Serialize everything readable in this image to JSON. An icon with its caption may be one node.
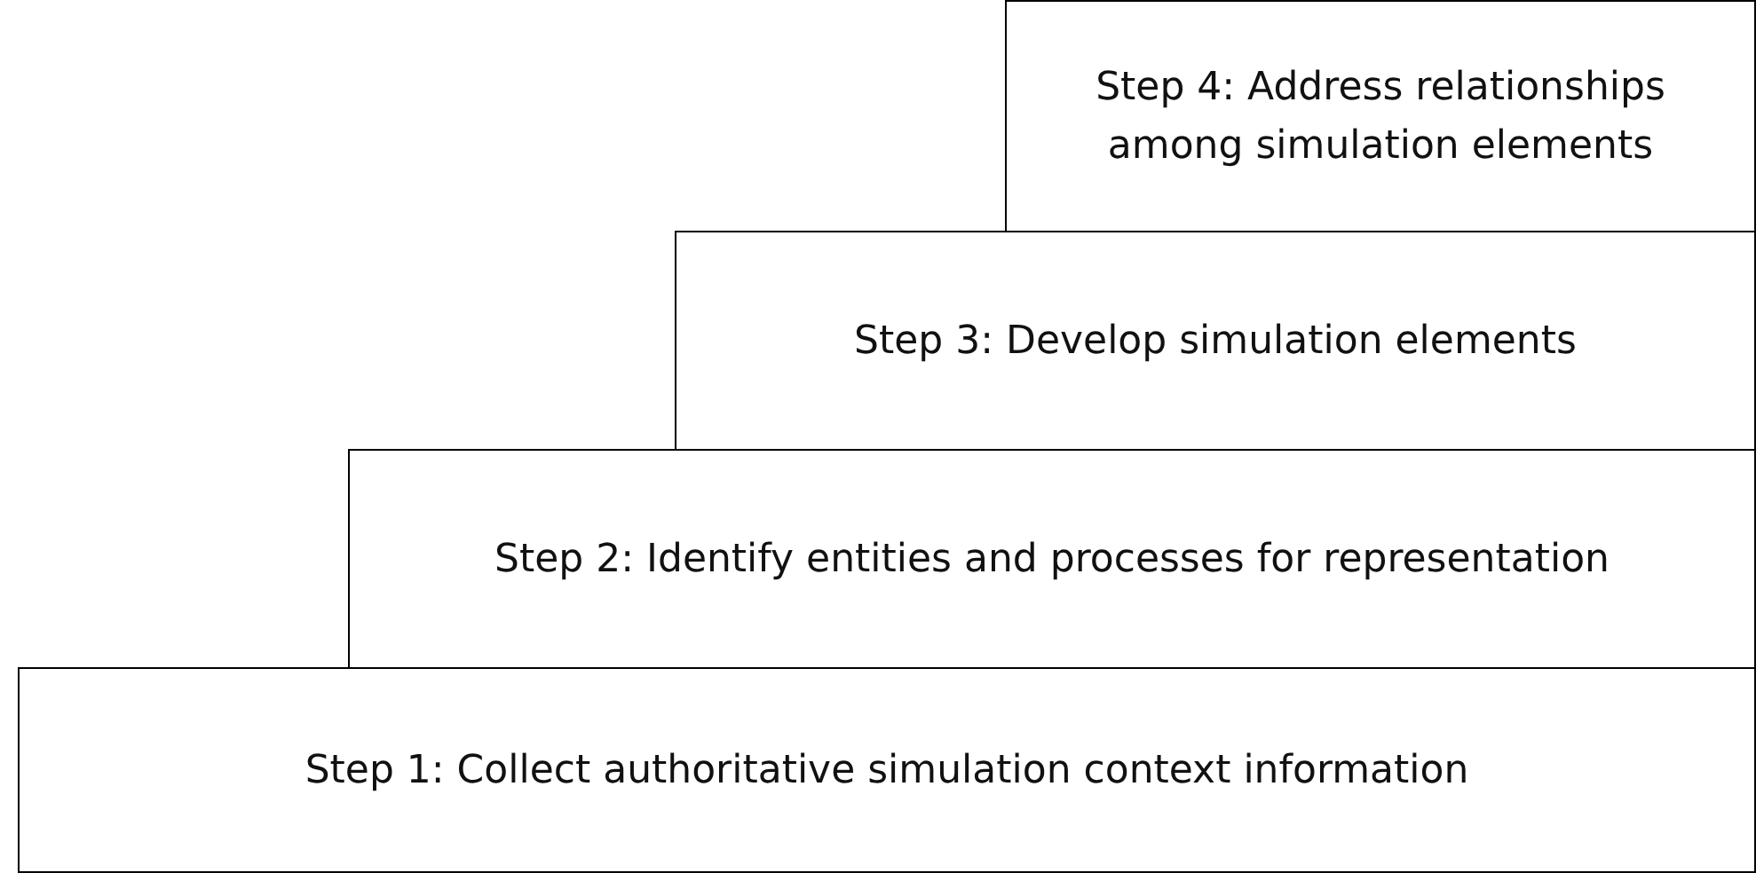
{
  "diagram": {
    "nodes": [
      {
        "text": [
          "Step 1: Collect authoritative simulation context information"
        ]
      },
      {
        "text": [
          "Step 2: Identify entities and processes for representation"
        ]
      },
      {
        "text": [
          "Step 3: Develop simulation elements"
        ]
      },
      {
        "text": [
          "Step 4: Address relationships among simulation elements"
        ]
      }
    ],
    "edges": []
  }
}
